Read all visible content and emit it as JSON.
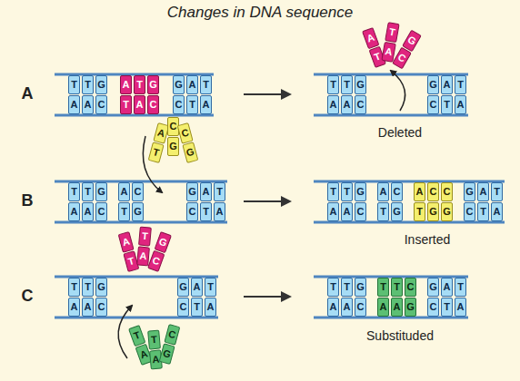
{
  "diagram": {
    "title": "Changes in DNA sequence",
    "labels": [
      "A",
      "T",
      "A",
      "T",
      "A",
      "G",
      "C",
      "A",
      "T",
      "T",
      "A",
      "G",
      "C",
      "G",
      "C",
      "A",
      "T",
      "T",
      "A",
      "T",
      "A",
      "T",
      "A",
      "G",
      "C",
      "A",
      "T",
      "T",
      "A",
      "G",
      "C",
      "G",
      "C",
      "A",
      "T",
      "T",
      "A",
      "Deleted",
      "B",
      "T",
      "A",
      "T",
      "A",
      "G",
      "C",
      "A",
      "T",
      "C",
      "G",
      "A",
      "T",
      "C",
      "G",
      "C",
      "G",
      "G",
      "C",
      "A",
      "T",
      "T",
      "A",
      "T",
      "A",
      "T",
      "A",
      "G",
      "C",
      "A",
      "T",
      "C",
      "G",
      "A",
      "T",
      "C",
      "G",
      "C",
      "G",
      "G",
      "C",
      "A",
      "T",
      "T",
      "A",
      "Inserted",
      "C",
      "T",
      "A",
      "T",
      "A",
      "G",
      "C",
      "A",
      "T",
      "T",
      "A",
      "G",
      "C",
      "T",
      "A",
      "T",
      "A",
      "C",
      "G",
      "G",
      "C",
      "A",
      "T",
      "T",
      "A",
      "T",
      "A",
      "T",
      "A",
      "G",
      "C",
      "T",
      "A",
      "T",
      "A",
      "C",
      "G",
      "G",
      "C",
      "A",
      "T",
      "T",
      "A",
      "Substituded"
    ]
  }
}
